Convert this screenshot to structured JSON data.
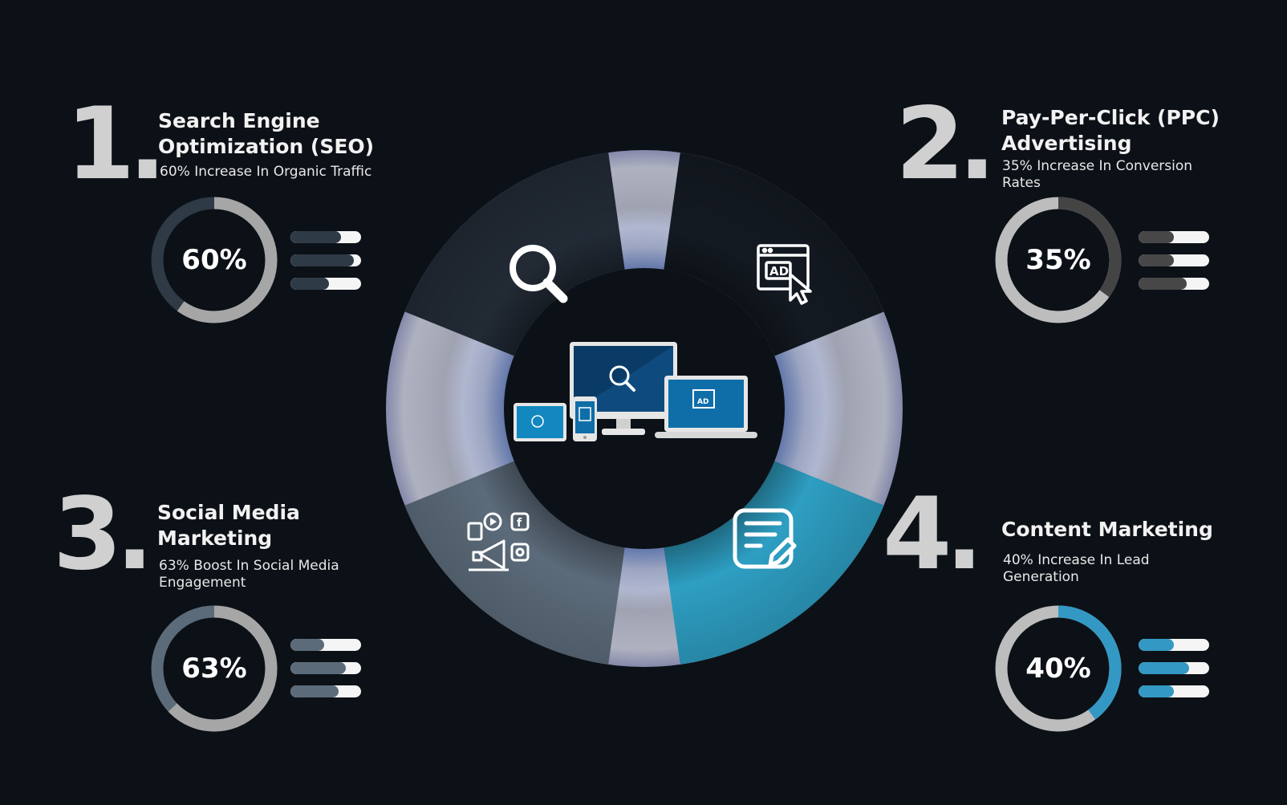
{
  "sections": [
    {
      "number": "1.",
      "title_lines": [
        "Search Engine",
        "Optimization (SEO)"
      ],
      "subtitle": "60% Increase In Organic Traffic",
      "percent_label": "60%",
      "percent": 60,
      "ring_fill_color": "#a6a6a6",
      "ring_track_color": "#2e3a45",
      "bar_color": "#2e3a45",
      "bar_levels": [
        0.72,
        0.9,
        0.55
      ]
    },
    {
      "number": "2.",
      "title_lines": [
        "Pay-Per-Click (PPC)",
        "Advertising"
      ],
      "subtitle": "35% Increase In Conversion Rates",
      "percent_label": "35%",
      "percent": 35,
      "ring_fill_color": "#444444",
      "ring_track_color": "#bdbdbd",
      "bar_color": "#474747",
      "bar_levels": [
        0.5,
        0.5,
        0.68
      ]
    },
    {
      "number": "3.",
      "title_lines": [
        "Social Media",
        "Marketing"
      ],
      "subtitle": "63% Boost In Social Media Engagement",
      "percent_label": "63%",
      "percent": 63,
      "ring_fill_color": "#a6a6a6",
      "ring_track_color": "#5c6b7a",
      "bar_color": "#5c6b7a",
      "bar_levels": [
        0.48,
        0.78,
        0.68
      ]
    },
    {
      "number": "4.",
      "title_lines": [
        "Content Marketing"
      ],
      "subtitle": "40% Increase In Lead Generation",
      "percent_label": "40%",
      "percent": 40,
      "ring_fill_color": "#3399c4",
      "ring_track_color": "#bdbdbd",
      "bar_color": "#3399c4",
      "bar_levels": [
        0.5,
        0.72,
        0.5
      ]
    }
  ],
  "center_wheel": {
    "segments": [
      {
        "name": "seo",
        "icon": "magnifier-icon",
        "color": "#222a35"
      },
      {
        "name": "ppc",
        "icon": "ad-click-icon",
        "color": "#141a22"
      },
      {
        "name": "content",
        "icon": "document-edit-icon",
        "color": "#2e9ec2"
      },
      {
        "name": "social",
        "icon": "social-megaphone-icon",
        "color": "#5c6b7a"
      }
    ],
    "spacer_color": "#a9adbc",
    "glow_color": "#8fb0ff",
    "center_icon": "devices-icon"
  },
  "colors": {
    "background": "#0c1117",
    "accent_blue": "#3399c4",
    "number_gray": "#d0d0d0"
  }
}
